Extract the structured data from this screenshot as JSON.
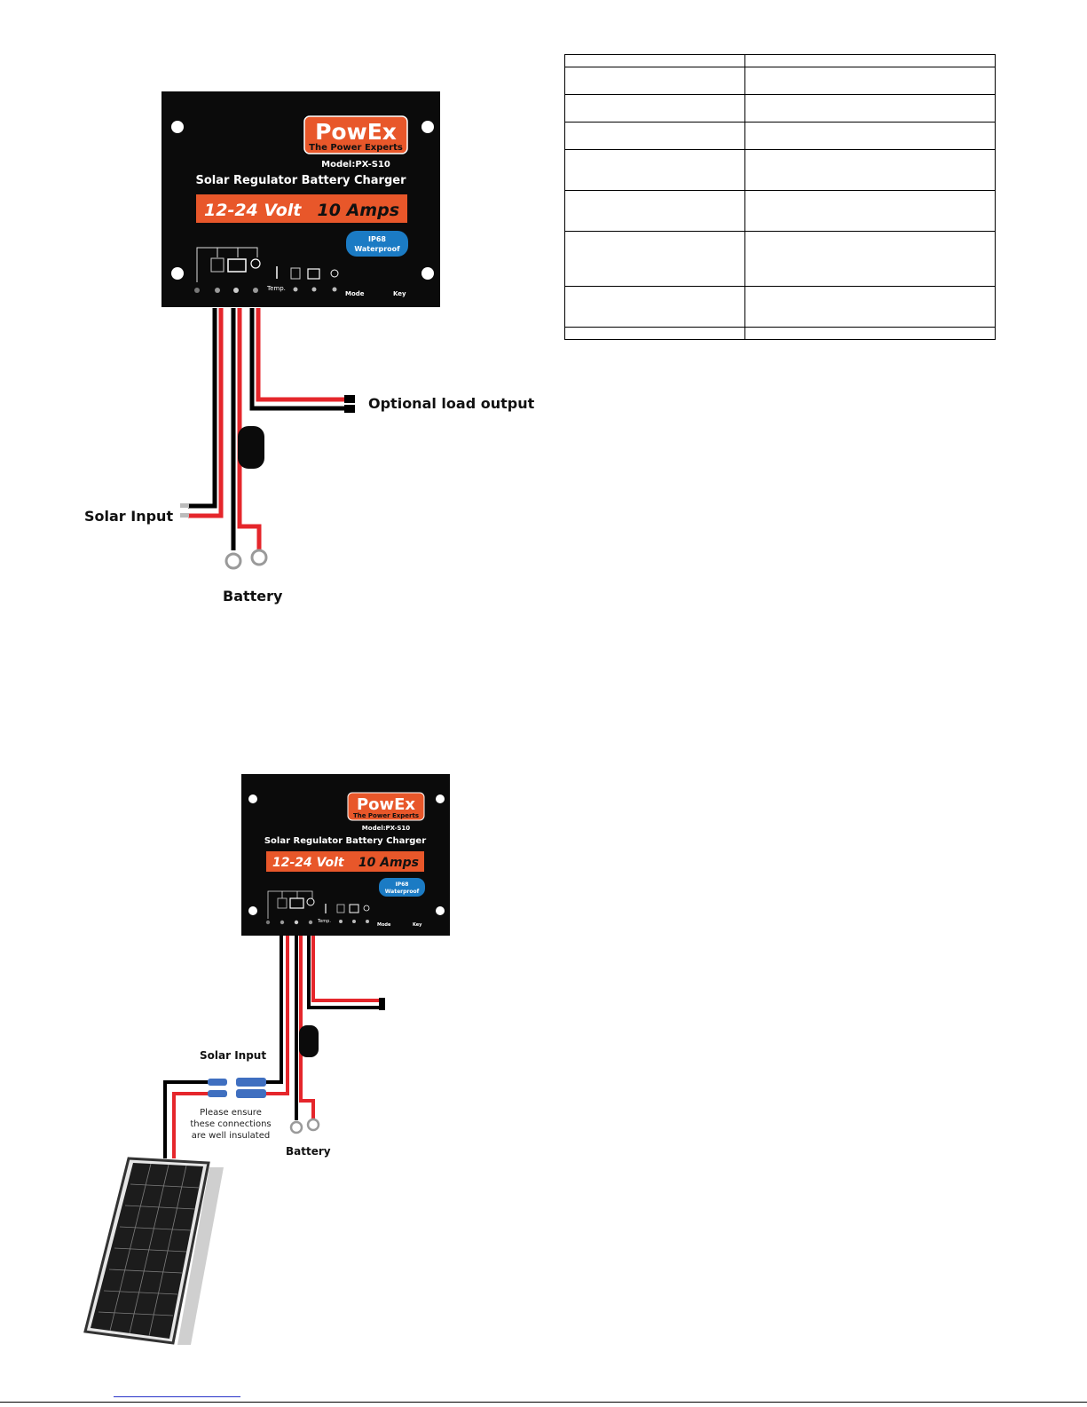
{
  "device": {
    "brand": "PowEx",
    "brand_tagline": "The Power Experts",
    "model": "Model:PX-S10",
    "product_name": "Solar Regulator Battery Charger",
    "rating_volt": "12-24 Volt",
    "rating_amps": "10 Amps",
    "badge_line1": "IP68",
    "badge_line2": "Waterproof",
    "indicator_temp": "Temp.",
    "button_mode": "Mode",
    "button_key": "Key",
    "colors": {
      "panel": "#0b0b0b",
      "brand_orange": "#e8572a",
      "badge_blue": "#1b7bc4",
      "wire_red": "#e5262b",
      "wire_black": "#000000",
      "terminal_ring": "#9a9a9a"
    }
  },
  "diagram1": {
    "label_load": "Optional load output",
    "label_solar": "Solar Input",
    "label_battery": "Battery"
  },
  "diagram2": {
    "label_solar": "Solar Input",
    "label_battery": "Battery",
    "note_line1": "Please ensure",
    "note_line2": "these connections",
    "note_line3": "are well insulated"
  },
  "spec_table": {
    "rows": [
      [
        "",
        ""
      ],
      [
        "",
        ""
      ],
      [
        "",
        ""
      ],
      [
        "",
        ""
      ],
      [
        "",
        ""
      ],
      [
        "",
        ""
      ],
      [
        "",
        ""
      ],
      [
        "",
        ""
      ],
      [
        "",
        ""
      ]
    ]
  }
}
